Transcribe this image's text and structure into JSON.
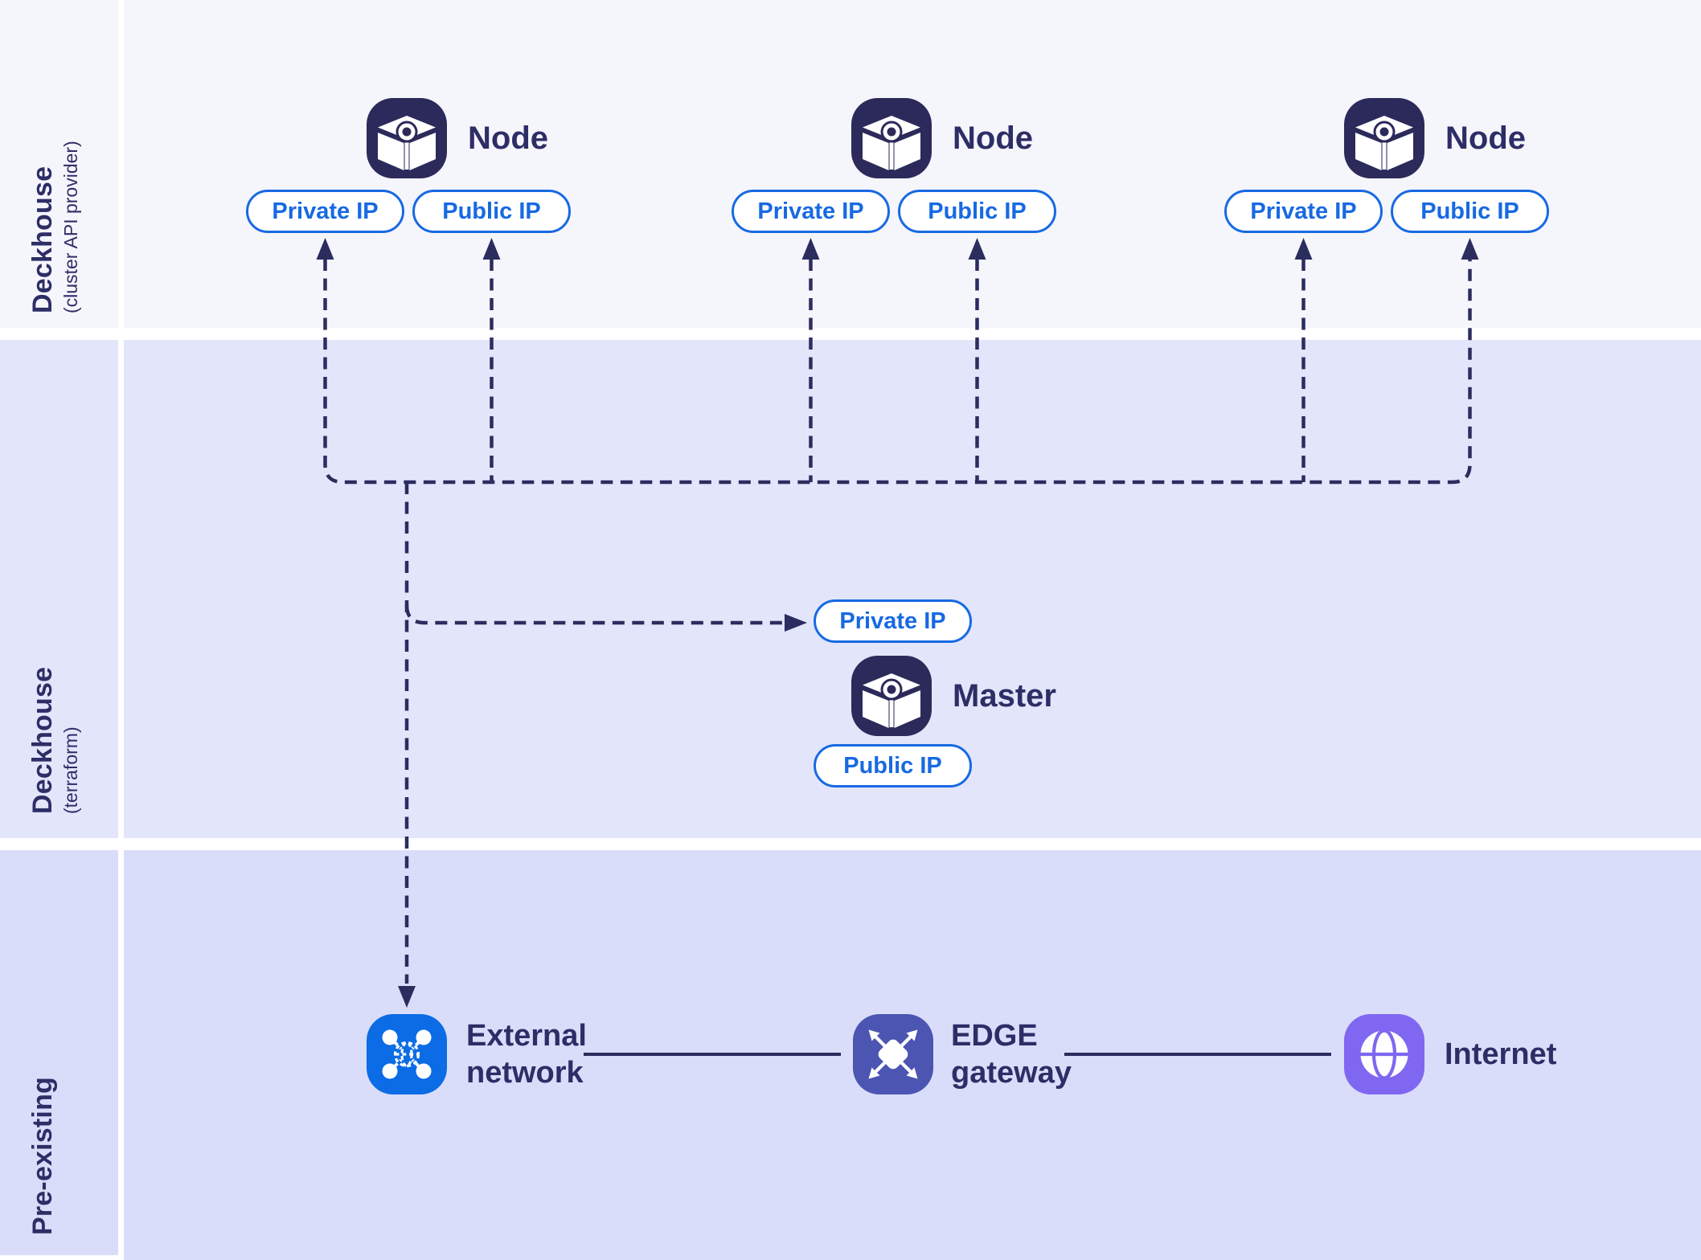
{
  "lanes": [
    {
      "title": "Deckhouse",
      "subtitle": "(cluster API provider)"
    },
    {
      "title": "Deckhouse",
      "subtitle": "(terraform)"
    },
    {
      "title": "Pre-existing",
      "subtitle": ""
    }
  ],
  "nodes": [
    {
      "label": "Node",
      "private_ip": "Private IP",
      "public_ip": "Public IP"
    },
    {
      "label": "Node",
      "private_ip": "Private IP",
      "public_ip": "Public IP"
    },
    {
      "label": "Node",
      "private_ip": "Private IP",
      "public_ip": "Public IP"
    }
  ],
  "master": {
    "label": "Master",
    "private_ip": "Private IP",
    "public_ip": "Public IP"
  },
  "pre_existing": {
    "external_network": {
      "line1": "External",
      "line2": "network"
    },
    "edge_gateway": {
      "line1": "EDGE",
      "line2": "gateway"
    },
    "internet": {
      "label": "Internet"
    }
  },
  "colors": {
    "lane1_bg": "#f5f5fc",
    "lane2_bg": "#e3e5fb",
    "lane3_bg": "#d9ddfa",
    "line_navy": "#2b2d5e",
    "label_navy": "#2d2e66",
    "pill_blue": "#1769e2",
    "deckhouse_icon_navy": "#2b2a5a",
    "external_network_blue": "#0b6ce5",
    "edge_gateway_indigo": "#4c55b1",
    "internet_purple": "#7f67f2"
  }
}
